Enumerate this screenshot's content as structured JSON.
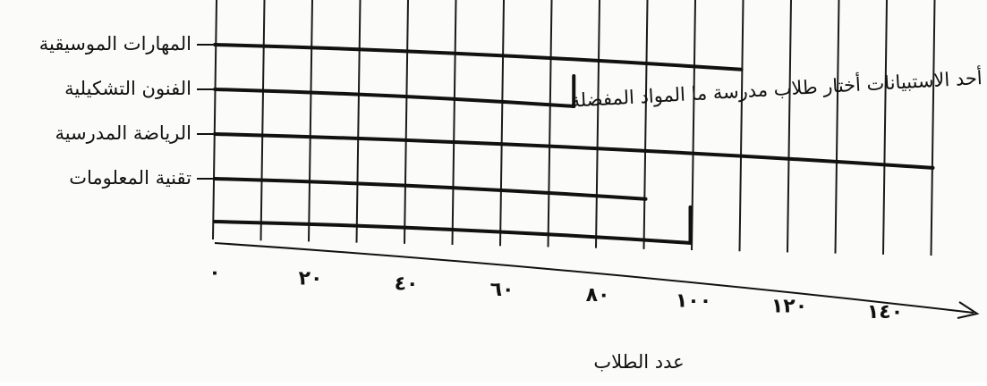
{
  "title": "أحد الاستبيانات أختار طلاب مدرسة ما المواد المفضلة",
  "chart_data": {
    "type": "bar",
    "orientation": "horizontal",
    "categories": [
      "المهارات الموسيقية",
      "الفنون التشكيلية",
      "الرياضة المدرسية",
      "تقنية المعلومات"
    ],
    "values": [
      110,
      75,
      150,
      90
    ],
    "xlabel": "عدد الطلاب",
    "ylabel": "",
    "xlim": [
      0,
      150
    ],
    "xticks": [
      0,
      20,
      40,
      60,
      80,
      100,
      120,
      140
    ],
    "xtick_labels": [
      "٠",
      "٢٠",
      "٤٠",
      "٦٠",
      "٨٠",
      "١٠٠",
      "١٢٠",
      "١٤٠"
    ],
    "grid": true,
    "color": "#111111"
  }
}
